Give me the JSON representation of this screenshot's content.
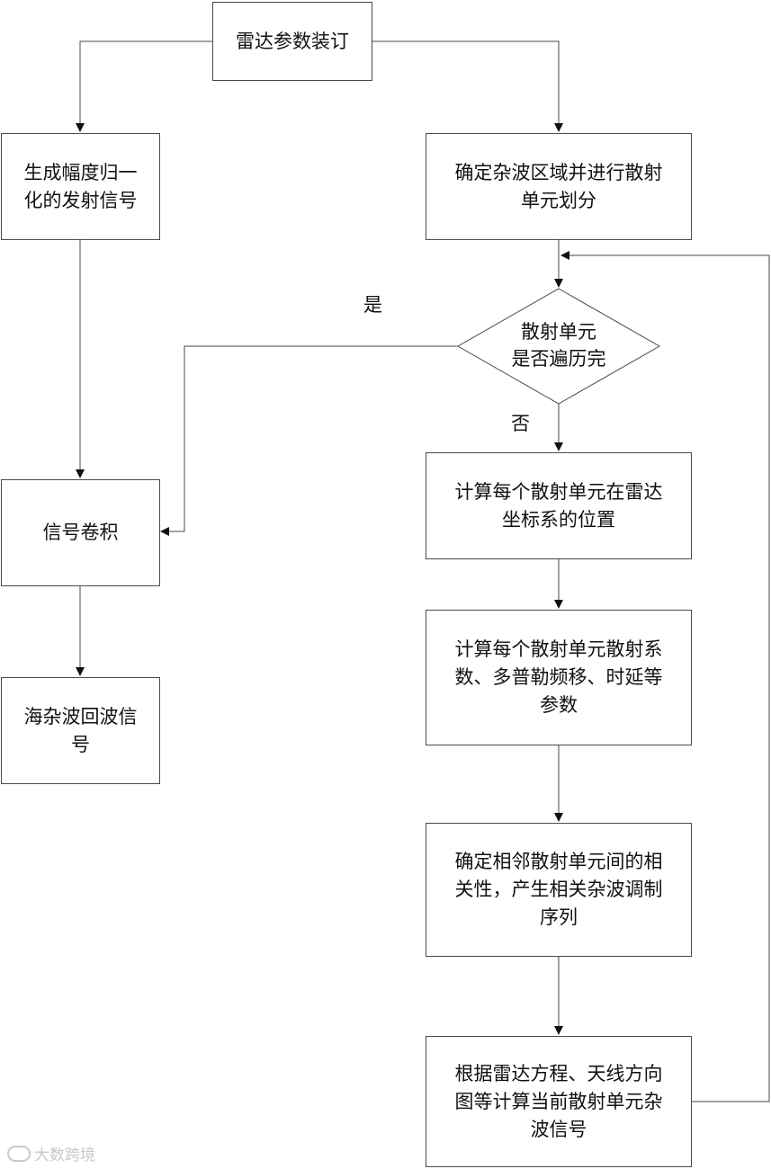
{
  "nodes": {
    "radar_params": "雷达参数装订",
    "gen_signal": [
      "生成幅度归一",
      "化的发射信号"
    ],
    "clutter_region": [
      "确定杂波区域并进行散射",
      "单元划分"
    ],
    "decision": [
      "散射单元",
      "是否遍历完"
    ],
    "convolution": "信号卷积",
    "sea_clutter_echo": [
      "海杂波回波信",
      "号"
    ],
    "calc_position": [
      "计算每个散射单元在雷达",
      "坐标系的位置"
    ],
    "calc_coefficients": [
      "计算每个散射单元散射系",
      "数、多普勒频移、时延等",
      "参数"
    ],
    "correlation": [
      "确定相邻散射单元间的相",
      "关性，产生相关杂波调制",
      "序列"
    ],
    "radar_equation": [
      "根据雷达方程、天线方向",
      "图等计算当前散射单元杂",
      "波信号"
    ]
  },
  "edge_labels": {
    "yes": "是",
    "no": "否"
  },
  "watermark": "大数跨境",
  "colors": {
    "line": "#4a4a4a",
    "text": "#111111",
    "watermark": "#c9c9c9"
  }
}
